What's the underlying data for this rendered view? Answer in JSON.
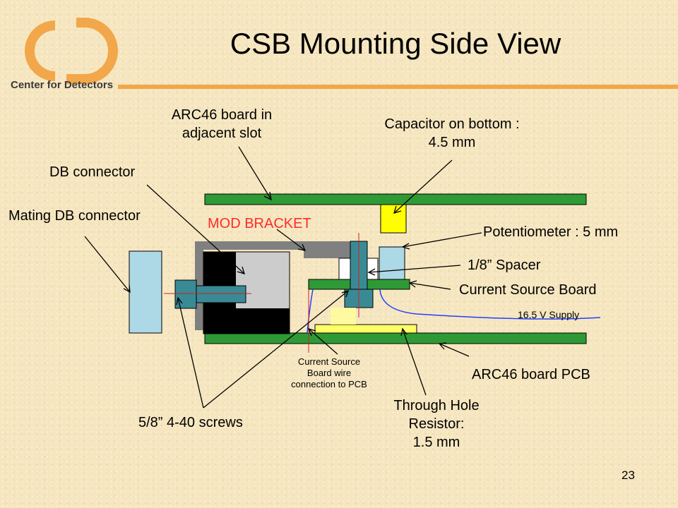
{
  "title": "CSB Mounting Side View",
  "logo": {
    "text": "Center for Detectors",
    "mark": "CfD"
  },
  "labels": {
    "arc46_adjacent_line1": "ARC46 board in",
    "arc46_adjacent_line2": "adjacent slot",
    "capacitor_line1": "Capacitor on bottom :",
    "capacitor_line2": "4.5 mm",
    "db_connector": "DB connector",
    "mating_db_connector": "Mating DB connector",
    "mod_bracket": "MOD BRACKET",
    "potentiometer": "Potentiometer : 5 mm",
    "spacer": "1/8” Spacer",
    "current_source_board": "Current Source Board",
    "supply": "16.5 V Supply",
    "arc46_pcb": "ARC46 board PCB",
    "wire_line1": "Current Source",
    "wire_line2": "Board wire",
    "wire_line3": "connection to PCB",
    "resistor_line1": "Through Hole",
    "resistor_line2": "Resistor:",
    "resistor_line3": "1.5 mm",
    "screws": "5/8” 4-40 screws"
  },
  "page_number": "23",
  "colors": {
    "logo_orange": "#f2a74a",
    "pcb_green": "#2e9a35",
    "capacitor_yellow": "#ffff00",
    "resistor_yellow": "#ffff66",
    "connector_blue": "#add8e6",
    "screw_teal": "#3a8a95",
    "bracket_gray": "#808080",
    "label_red": "#ff2a2a",
    "wire_blue": "#2040ff"
  }
}
